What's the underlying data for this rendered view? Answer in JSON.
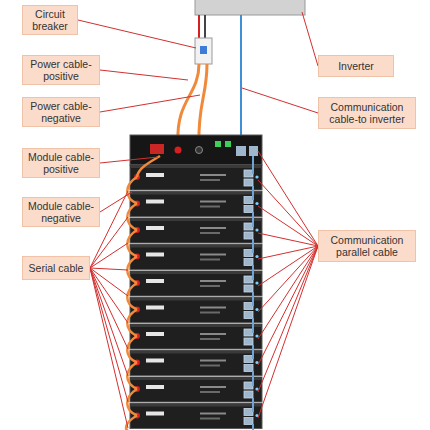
{
  "diagram": {
    "nodes": [
      {
        "text": [
          "Circuit breaker"
        ]
      },
      {
        "text": [
          "Power cable-positive"
        ]
      },
      {
        "text": [
          "Inverter"
        ]
      },
      {
        "text": [
          "Power cable-negative"
        ]
      },
      {
        "text": [
          "Communication cable-to inverter"
        ]
      },
      {
        "text": [
          "Module cable-positive"
        ]
      },
      {
        "text": [
          "Module cable-negative"
        ]
      },
      {
        "text": [
          "Communication parallel cable"
        ]
      },
      {
        "text": [
          "Serial cable"
        ]
      }
    ]
  }
}
